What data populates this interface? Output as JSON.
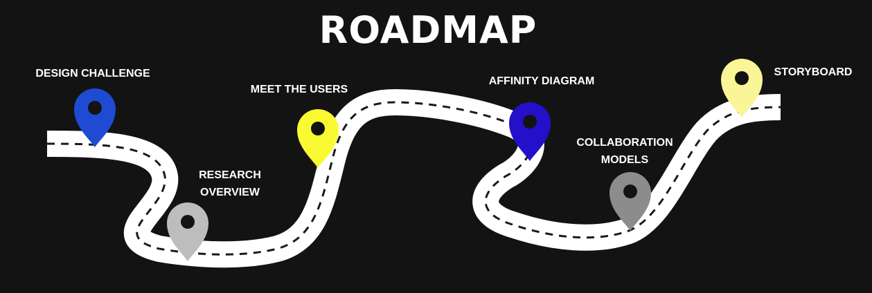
{
  "title": "ROADMAP",
  "milestones": [
    {
      "lines": [
        "DESIGN CHALLENGE"
      ],
      "pin_color": "#1E4BD2"
    },
    {
      "lines": [
        "RESEARCH",
        "OVERVIEW"
      ],
      "pin_color": "#BDBDBD"
    },
    {
      "lines": [
        "MEET THE USERS"
      ],
      "pin_color": "#FAFA32"
    },
    {
      "lines": [
        "AFFINITY DIAGRAM"
      ],
      "pin_color": "#2310C8"
    },
    {
      "lines": [
        "COLLABORATION",
        "MODELS"
      ],
      "pin_color": "#8C8C8C"
    },
    {
      "lines": [
        "STORYBOARD"
      ],
      "pin_color": "#FAF596"
    }
  ],
  "colors": {
    "background": "#131313",
    "road": "#FFFFFF",
    "road_dash": "#1A1A1A",
    "pin_hole": "#131313"
  }
}
